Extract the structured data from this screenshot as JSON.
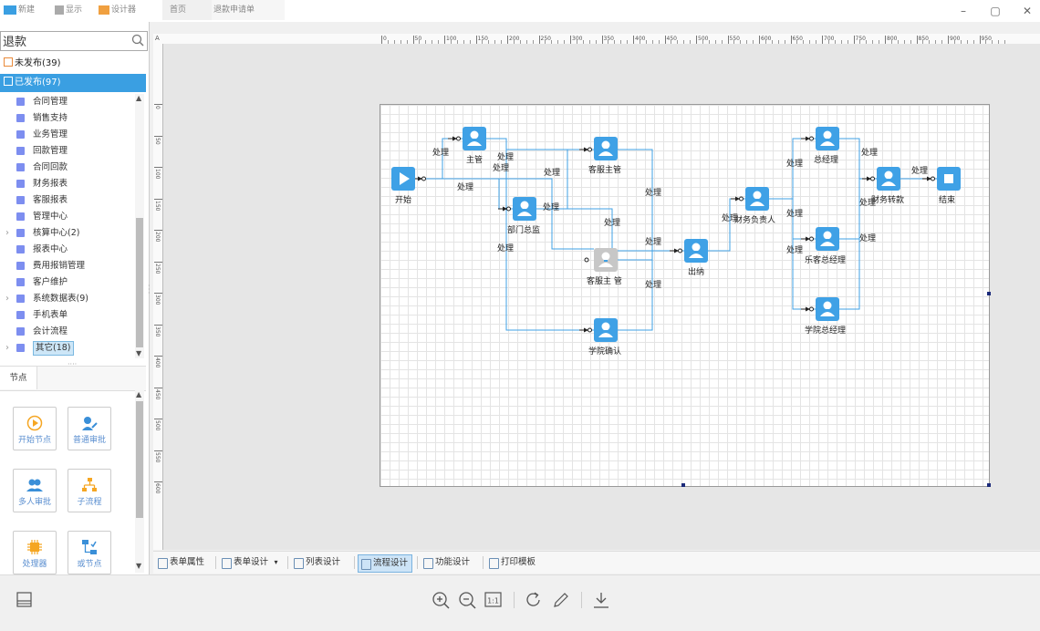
{
  "top_tabs": [
    "新建",
    "显示",
    "设计器",
    "首页",
    "退款申请单"
  ],
  "search": {
    "value": "退款"
  },
  "groups": {
    "unpublished": "未发布(39)",
    "published": "已发布(97)"
  },
  "tree_items": [
    {
      "label": "合同管理",
      "expandable": false
    },
    {
      "label": "销售支持",
      "expandable": false
    },
    {
      "label": "业务管理",
      "expandable": false
    },
    {
      "label": "回款管理",
      "expandable": false
    },
    {
      "label": "合同回款",
      "expandable": false
    },
    {
      "label": "财务报表",
      "expandable": false
    },
    {
      "label": "客服报表",
      "expandable": false
    },
    {
      "label": "管理中心",
      "expandable": false
    },
    {
      "label": "核算中心(2)",
      "expandable": true
    },
    {
      "label": "报表中心",
      "expandable": false
    },
    {
      "label": "费用报销管理",
      "expandable": false
    },
    {
      "label": "客户维护",
      "expandable": false
    },
    {
      "label": "系统数据表(9)",
      "expandable": true
    },
    {
      "label": "手机表单",
      "expandable": false
    },
    {
      "label": "会计流程",
      "expandable": false
    },
    {
      "label": "其它(18)",
      "expandable": true,
      "selected": true
    }
  ],
  "nodes_panel": {
    "title": "节点",
    "buttons": [
      "开始节点",
      "普通审批",
      "多人审批",
      "子流程",
      "处理器",
      "或节点"
    ]
  },
  "ruler": {
    "h": [
      "0",
      "50",
      "100",
      "150",
      "200",
      "250",
      "300",
      "350",
      "400",
      "450",
      "500",
      "550",
      "600",
      "650",
      "700",
      "750",
      "800",
      "850",
      "900",
      "950"
    ],
    "v": [
      "0",
      "50",
      "100",
      "150",
      "200",
      "250",
      "300",
      "350",
      "400",
      "450",
      "500",
      "550",
      "600"
    ]
  },
  "flow": {
    "nodes": {
      "start": "开始",
      "supervisor": "主管",
      "cs_supervisor": "客服主管",
      "dept_director": "部门总监",
      "cs_supervisor_2": "客服主 管",
      "college_confirm": "学院确认",
      "cashier": "出纳",
      "finance_head": "财务负责人",
      "gm": "总经理",
      "music_gm": "乐客总经理",
      "college_gm": "学院总经理",
      "finance_transfer": "财务转款",
      "end": "结束"
    },
    "edge_label": "处理"
  },
  "bottom_tabs": [
    "表单属性",
    "表单设计",
    "列表设计",
    "流程设计",
    "功能设计",
    "打印模板"
  ],
  "colors": {
    "accent": "#3fa1e6",
    "selected_group": "#3a9fe2",
    "unpublished_icon": "#e98a3a"
  }
}
